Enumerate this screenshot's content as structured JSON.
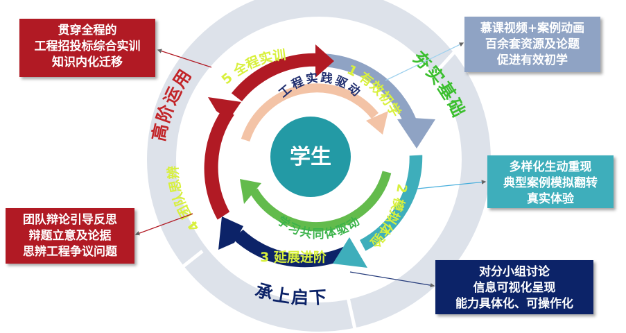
{
  "center": {
    "label": "学生"
  },
  "drivers": {
    "engineering": "工程实践驱动",
    "community": "学习共同体驱动"
  },
  "zones": {
    "top_right": "夯实基础",
    "left": "高阶运用",
    "bottom": "承上启下"
  },
  "stages": [
    {
      "label": "1 有效初学",
      "color": "#8fa3c4"
    },
    {
      "label": "2 模拟体验",
      "color": "#3eaebb"
    },
    {
      "label": "3 延展进阶",
      "color": "#0c2368"
    },
    {
      "label": "4 团队思辨",
      "color": "#b11a24"
    },
    {
      "label": "5 全程实训",
      "color": "#b11a24"
    }
  ],
  "callouts": {
    "stage1": [
      "慕课视频+案例动画",
      "百余套资源及论题",
      "促进有效初学"
    ],
    "stage2": [
      "多样化生动重现",
      "典型案例模拟翻转",
      "真实体验"
    ],
    "stage3": [
      "对分小组讨论",
      "信息可视化呈现",
      "能力具体化、可操作化"
    ],
    "stage4": [
      "团队辩论引导反思",
      "辩题立意及论据",
      "思辨工程争议问题"
    ],
    "stage5": [
      "贯穿全程的",
      "工程招投标综合实训",
      "知识内化迁移"
    ]
  },
  "colors": {
    "ring": "#dde2ea",
    "center": "#239aa5",
    "arrow_top": "#f3c3a6",
    "arrow_bottom": "#63bb4c",
    "zone_top": "#3bbf2e",
    "zone_left": "#c22428",
    "zone_bottom": "#0c2368",
    "text_engineering": "#1f2d6e",
    "text_community": "#3bb34a",
    "label_light": "#d8f03c"
  }
}
